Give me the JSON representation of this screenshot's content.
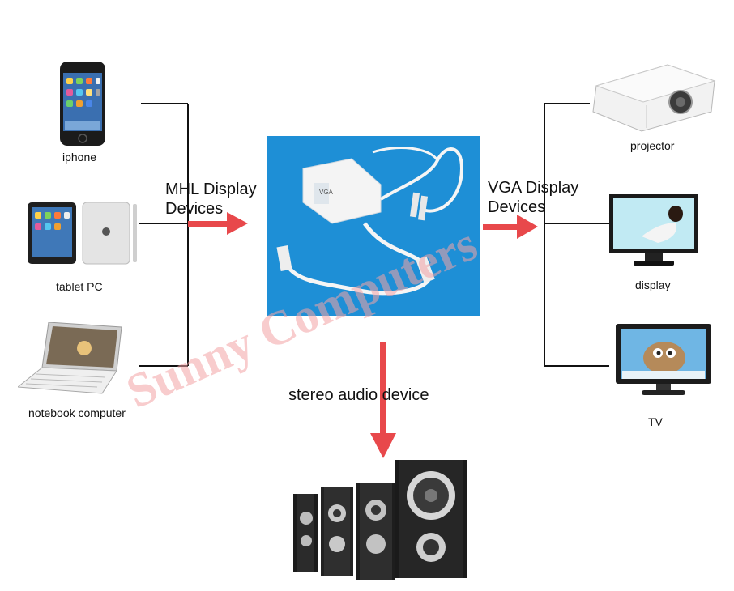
{
  "sources": {
    "iphone_label": "iphone",
    "tablet_label": "tablet PC",
    "notebook_label": "notebook computer",
    "group_label_line1": "MHL Display",
    "group_label_line2": "Devices"
  },
  "outputs": {
    "projector_label": "projector",
    "display_label": "display",
    "tv_label": "TV",
    "group_label_line1": "VGA Display",
    "group_label_line2": "Devices"
  },
  "audio": {
    "label": "stereo audio device"
  },
  "adapter": {
    "cable_text": "VGA"
  },
  "watermark": {
    "text": "Sunny Computers"
  },
  "colors": {
    "arrow": "#e8484b",
    "adapter_bg": "#1e8fd6",
    "line": "#111111",
    "watermark": "#f3a3a6"
  }
}
